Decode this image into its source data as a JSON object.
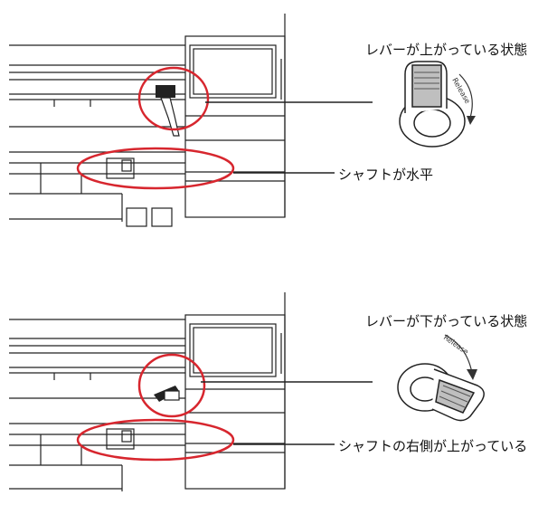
{
  "top": {
    "lever_caption": "レバーが上がっている状態",
    "shaft_caption": "シャフトが水平",
    "release_text": "Release"
  },
  "bottom": {
    "lever_caption": "レバーが下がっている状態",
    "shaft_caption": "シャフトの右側が上がっている",
    "release_text": "Release"
  },
  "colors": {
    "highlight": "#d7262e",
    "line": "#222222",
    "knob_fill": "#ffffff",
    "grip_fill": "#bfbfbf"
  }
}
